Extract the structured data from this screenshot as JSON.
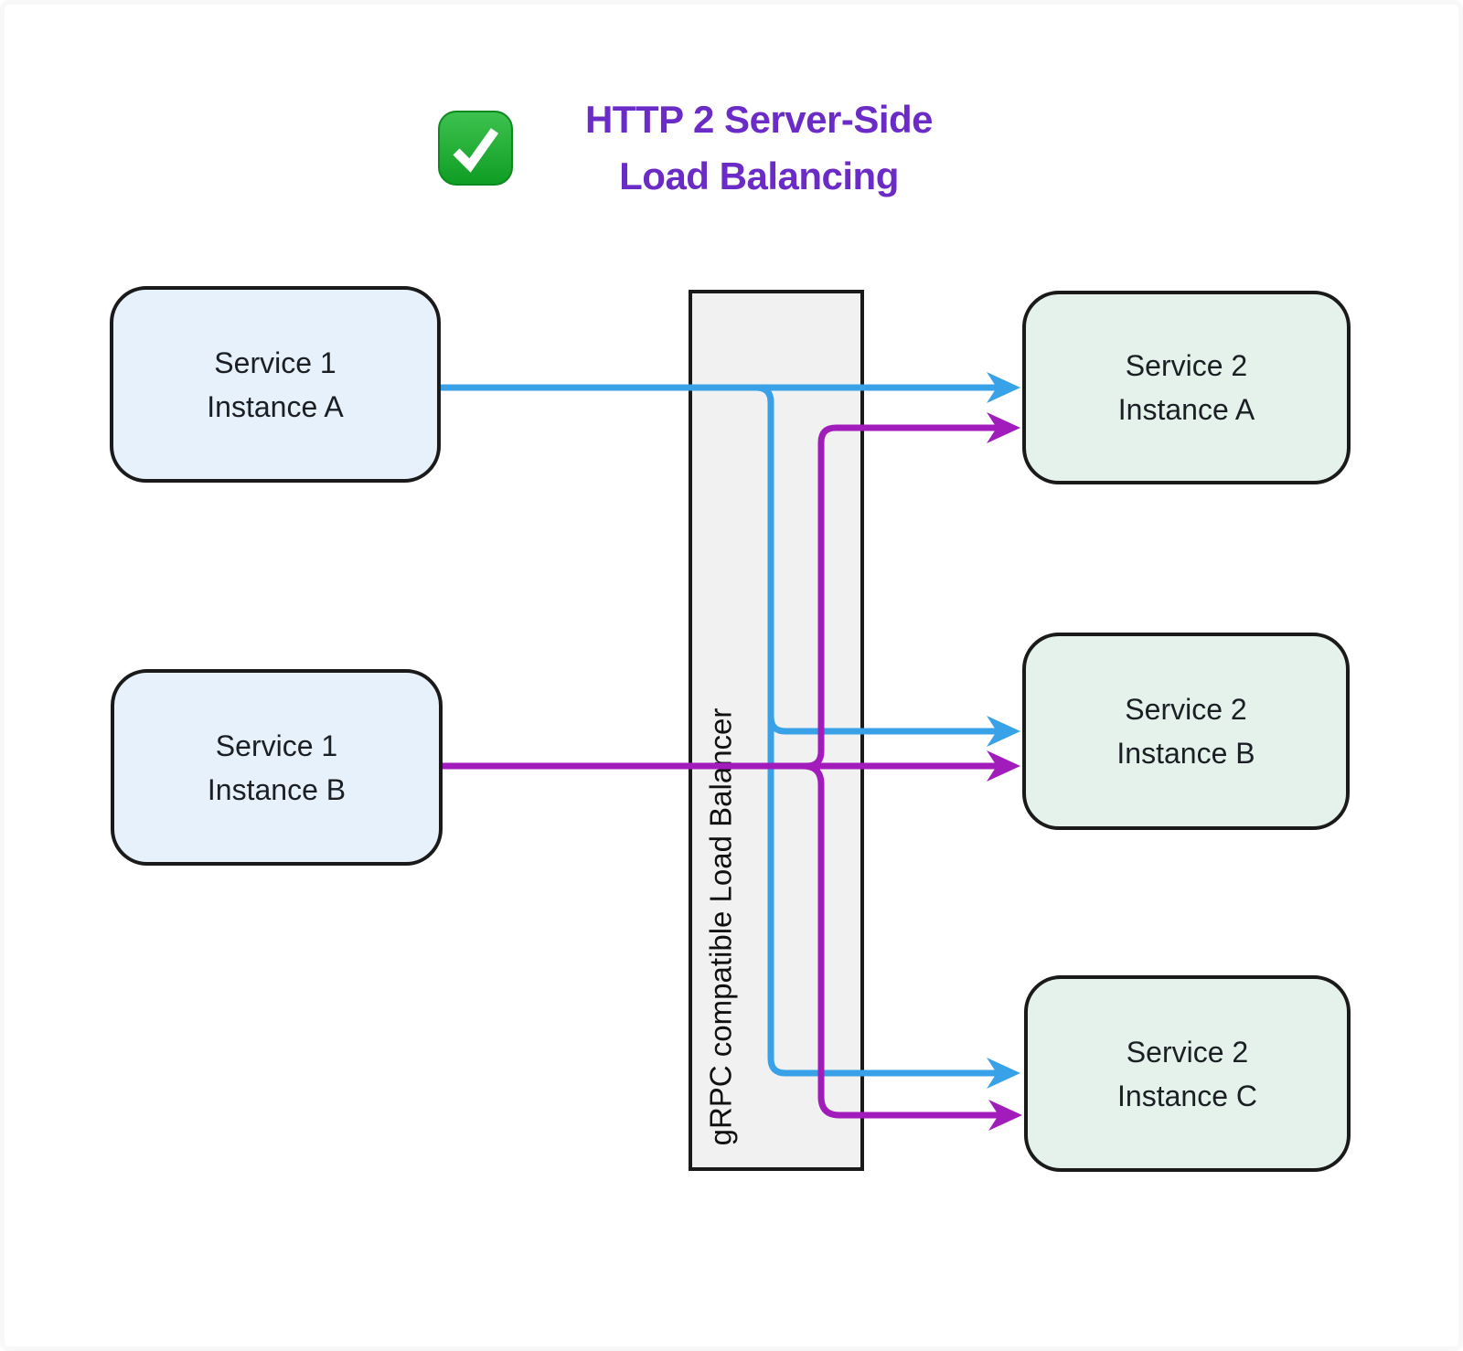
{
  "title": {
    "line1": "HTTP 2 Server-Side",
    "line2": "Load Balancing",
    "icon": "check-mark-button-emoji"
  },
  "nodes": {
    "service1_instance_a": {
      "line1": "Service 1",
      "line2": "Instance A"
    },
    "service1_instance_b": {
      "line1": "Service 1",
      "line2": "Instance B"
    },
    "service2_instance_a": {
      "line1": "Service 2",
      "line2": "Instance A"
    },
    "service2_instance_b": {
      "line1": "Service 2",
      "line2": "Instance B"
    },
    "service2_instance_c": {
      "line1": "Service 2",
      "line2": "Instance C"
    },
    "load_balancer": {
      "label": "gRPC compatible Load Balancer"
    }
  },
  "edges": [
    {
      "from": "Service 1 Instance A",
      "to": "Service 2 Instance A",
      "color": "blue"
    },
    {
      "from": "Service 1 Instance A",
      "to": "Service 2 Instance B",
      "color": "blue"
    },
    {
      "from": "Service 1 Instance A",
      "to": "Service 2 Instance C",
      "color": "blue"
    },
    {
      "from": "Service 1 Instance B",
      "to": "Service 2 Instance A",
      "color": "purple"
    },
    {
      "from": "Service 1 Instance B",
      "to": "Service 2 Instance B",
      "color": "purple"
    },
    {
      "from": "Service 1 Instance B",
      "to": "Service 2 Instance C",
      "color": "purple"
    }
  ],
  "colors": {
    "blue": "#38A1E8",
    "purple": "#A11CBB",
    "title": "#6B2BC6",
    "service1_fill": "#E7F1FB",
    "service2_fill": "#E4F2EB",
    "bar_fill": "#F1F1F1",
    "border": "#1A1A1A",
    "emoji_green_light": "#3EC24F",
    "emoji_green_dark": "#0F9D24",
    "text": "#1B1F24"
  }
}
